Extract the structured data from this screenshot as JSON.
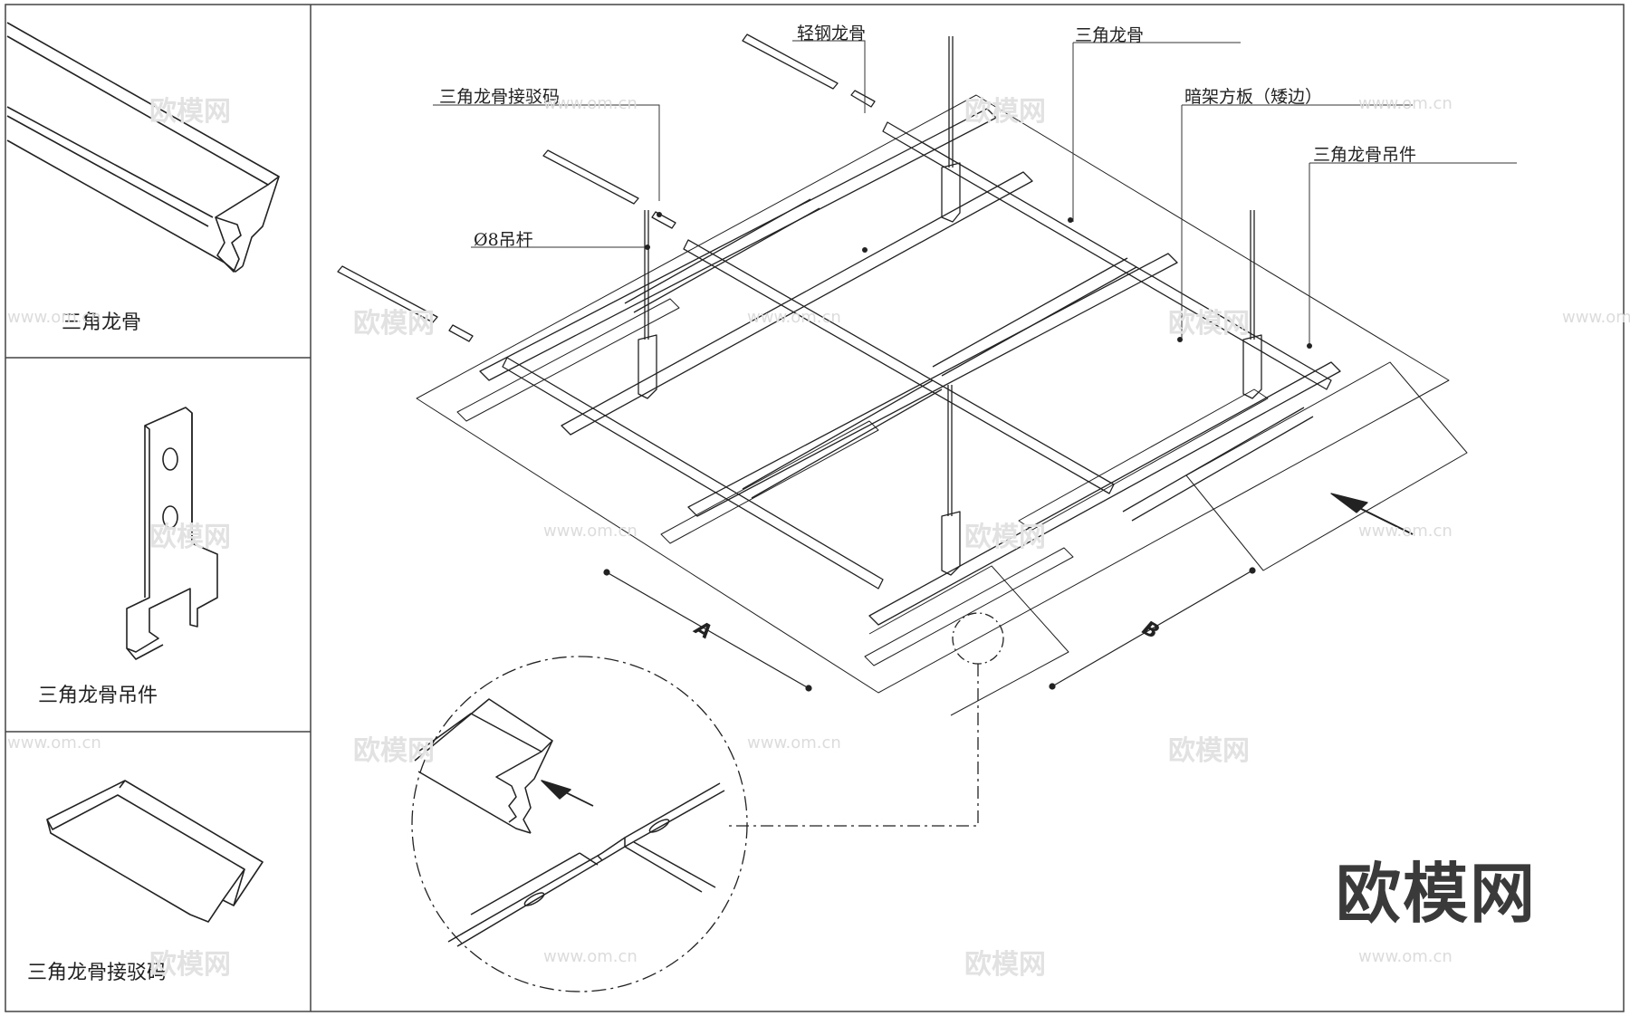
{
  "panels": {
    "triangle_keel": "三角龙骨",
    "triangle_hanger": "三角龙骨吊件",
    "triangle_connector": "三角龙骨接驳码"
  },
  "callouts": {
    "light_steel_keel": "轻钢龙骨",
    "triangle_keel": "三角龙骨",
    "connector": "三角龙骨接驳码",
    "concealed_panel": "暗架方板（矮边）",
    "hanger": "三角龙骨吊件",
    "rod": "Ø8吊杆"
  },
  "dimensions": {
    "a": "A",
    "b": "B"
  },
  "brand": "欧模网",
  "watermarks": {
    "cn": "欧模网",
    "url": "www.om.cn"
  },
  "colors": {
    "line": "#222222",
    "frame": "#444444",
    "watermark": "#d8d8d8"
  }
}
